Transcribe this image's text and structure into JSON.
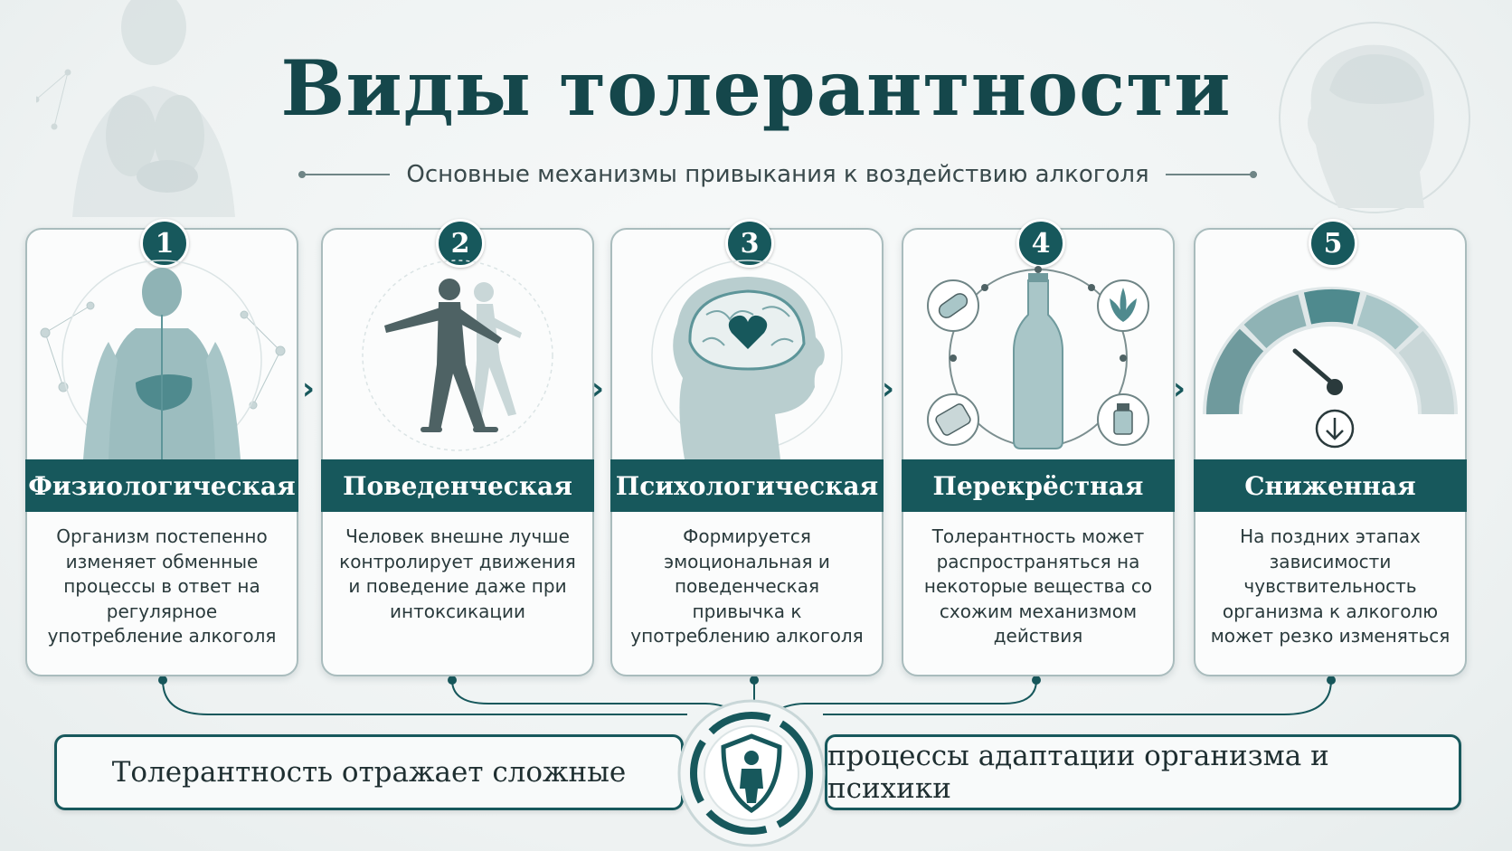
{
  "title": "Виды толерантности",
  "subtitle": "Основные механизмы привыкания к воздействию алкоголя",
  "colors": {
    "primary": "#17585c",
    "accent": "#5d9599",
    "text": "#2a3a3c"
  },
  "cards": [
    {
      "number": "1",
      "title": "Физиологическая",
      "icon": "human-body-liver-icon",
      "description": "Организм постепенно изменяет обменные процессы в ответ на регулярное употребление алкоголя"
    },
    {
      "number": "2",
      "title": "Поведенческая",
      "icon": "walking-man-icon",
      "description": "Человек внешне лучше контролирует движения и поведение даже при интоксикации"
    },
    {
      "number": "3",
      "title": "Психологическая",
      "icon": "brain-heart-head-icon",
      "description": "Формируется эмоциональная и поведенческая привычка к употреблению алкоголя"
    },
    {
      "number": "4",
      "title": "Перекрёстная",
      "icon": "bottle-substances-icon",
      "description": "Толерантность может распространяться на некоторые вещества со схожим механизмом действия"
    },
    {
      "number": "5",
      "title": "Сниженная",
      "icon": "gauge-down-icon",
      "description": "На поздних этапах зависимости чувствительность организма к алкоголю может резко изменяться"
    }
  ],
  "summary": {
    "left": "Толерантность отражает сложные",
    "right": "процессы адаптации организма и психики",
    "icon": "shield-person-icon"
  }
}
